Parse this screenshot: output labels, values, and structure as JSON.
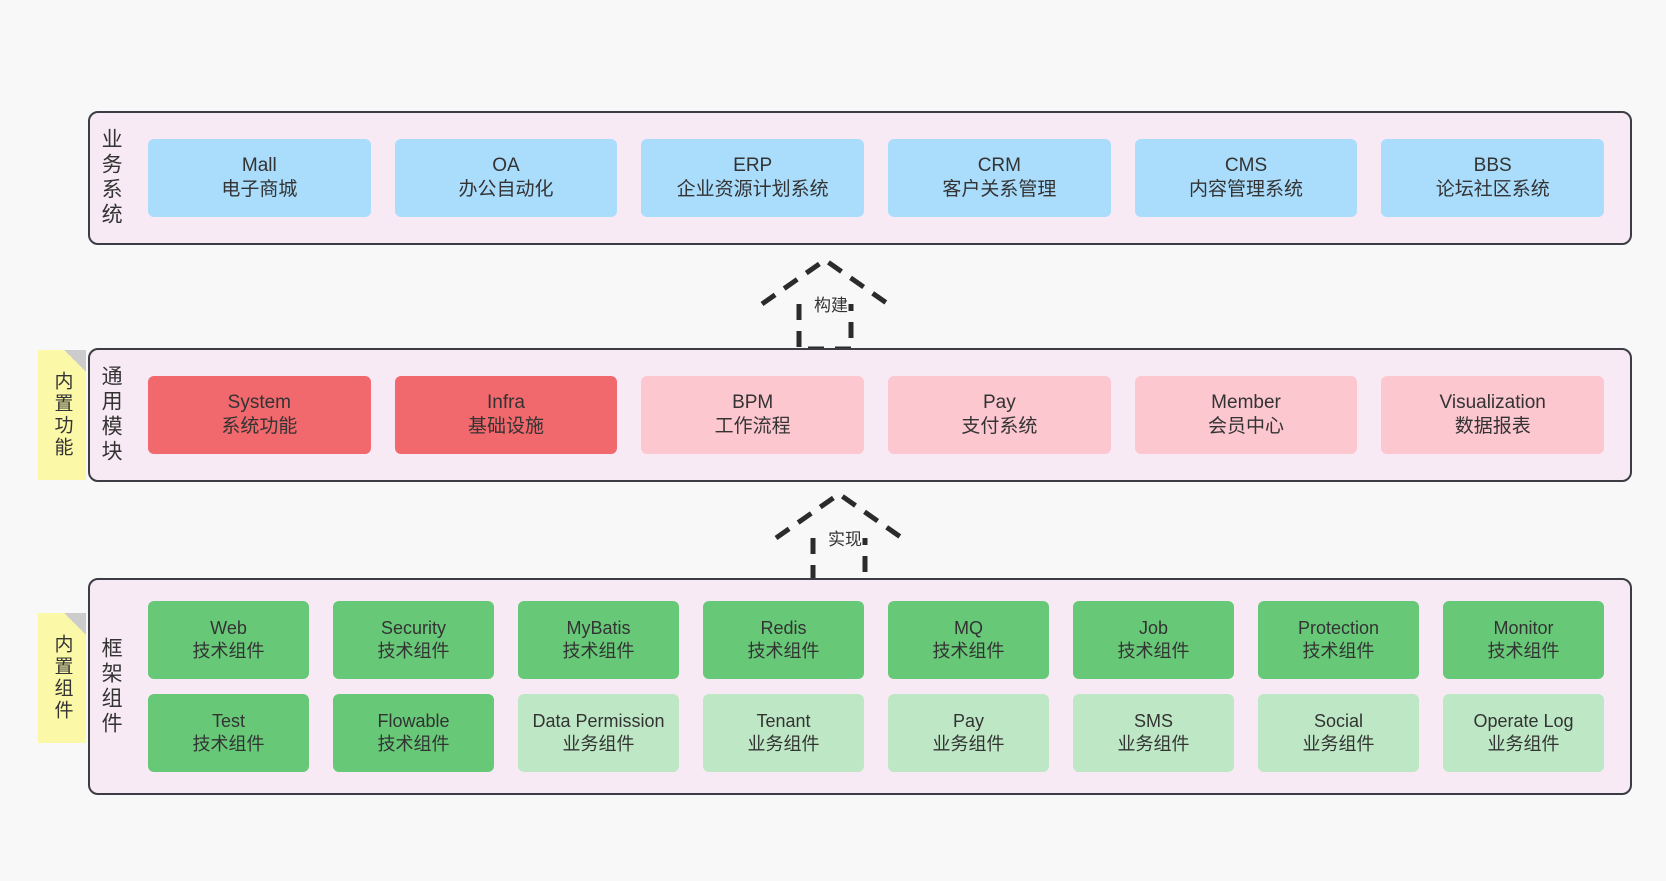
{
  "layers": [
    {
      "id": "business",
      "label": "业务系统",
      "color": "#aadcfb",
      "rows": [
        [
          {
            "title": "Mall",
            "subtitle": "电子商城",
            "style": "blue"
          },
          {
            "title": "OA",
            "subtitle": "办公自动化",
            "style": "blue"
          },
          {
            "title": "ERP",
            "subtitle": "企业资源计划系统",
            "style": "blue"
          },
          {
            "title": "CRM",
            "subtitle": "客户关系管理",
            "style": "blue"
          },
          {
            "title": "CMS",
            "subtitle": "内容管理系统",
            "style": "blue"
          },
          {
            "title": "BBS",
            "subtitle": "论坛社区系统",
            "style": "blue"
          }
        ]
      ]
    },
    {
      "id": "modules",
      "label": "通用模块",
      "color": "#f1686d",
      "rows": [
        [
          {
            "title": "System",
            "subtitle": "系统功能",
            "style": "red"
          },
          {
            "title": "Infra",
            "subtitle": "基础设施",
            "style": "red"
          },
          {
            "title": "BPM",
            "subtitle": "工作流程",
            "style": "pink"
          },
          {
            "title": "Pay",
            "subtitle": "支付系统",
            "style": "pink"
          },
          {
            "title": "Member",
            "subtitle": "会员中心",
            "style": "pink"
          },
          {
            "title": "Visualization",
            "subtitle": "数据报表",
            "style": "pink"
          }
        ]
      ]
    },
    {
      "id": "framework",
      "label": "框架组件",
      "color": "#67c878",
      "rows": [
        [
          {
            "title": "Web",
            "subtitle": "技术组件",
            "style": "green"
          },
          {
            "title": "Security",
            "subtitle": "技术组件",
            "style": "green"
          },
          {
            "title": "MyBatis",
            "subtitle": "技术组件",
            "style": "green"
          },
          {
            "title": "Redis",
            "subtitle": "技术组件",
            "style": "green"
          },
          {
            "title": "MQ",
            "subtitle": "技术组件",
            "style": "green"
          },
          {
            "title": "Job",
            "subtitle": "技术组件",
            "style": "green"
          },
          {
            "title": "Protection",
            "subtitle": "技术组件",
            "style": "green"
          },
          {
            "title": "Monitor",
            "subtitle": "技术组件",
            "style": "green"
          }
        ],
        [
          {
            "title": "Test",
            "subtitle": "技术组件",
            "style": "green"
          },
          {
            "title": "Flowable",
            "subtitle": "技术组件",
            "style": "green"
          },
          {
            "title": "Data Permission",
            "subtitle": "业务组件",
            "style": "lgreen"
          },
          {
            "title": "Tenant",
            "subtitle": "业务组件",
            "style": "lgreen"
          },
          {
            "title": "Pay",
            "subtitle": "业务组件",
            "style": "lgreen"
          },
          {
            "title": "SMS",
            "subtitle": "业务组件",
            "style": "lgreen"
          },
          {
            "title": "Social",
            "subtitle": "业务组件",
            "style": "lgreen"
          },
          {
            "title": "Operate Log",
            "subtitle": "业务组件",
            "style": "lgreen"
          }
        ]
      ]
    }
  ],
  "notes": [
    {
      "id": "builtin-features",
      "text": "内置功能"
    },
    {
      "id": "builtin-components",
      "text": "内置组件"
    }
  ],
  "connectors": [
    {
      "id": "build",
      "label": "构建"
    },
    {
      "id": "implement",
      "label": "实现"
    }
  ],
  "colors": {
    "canvas": "#f8f8f8",
    "layer_fill": "#f8eaf5",
    "layer_border": "#3c3c44",
    "blue": "#aadcfb",
    "red": "#f1686d",
    "pink": "#fcc7cf",
    "green": "#67c878",
    "light_green": "#bee8c5",
    "note": "#fbf8a8",
    "note_fold": "#cccccc",
    "text": "#333333"
  }
}
